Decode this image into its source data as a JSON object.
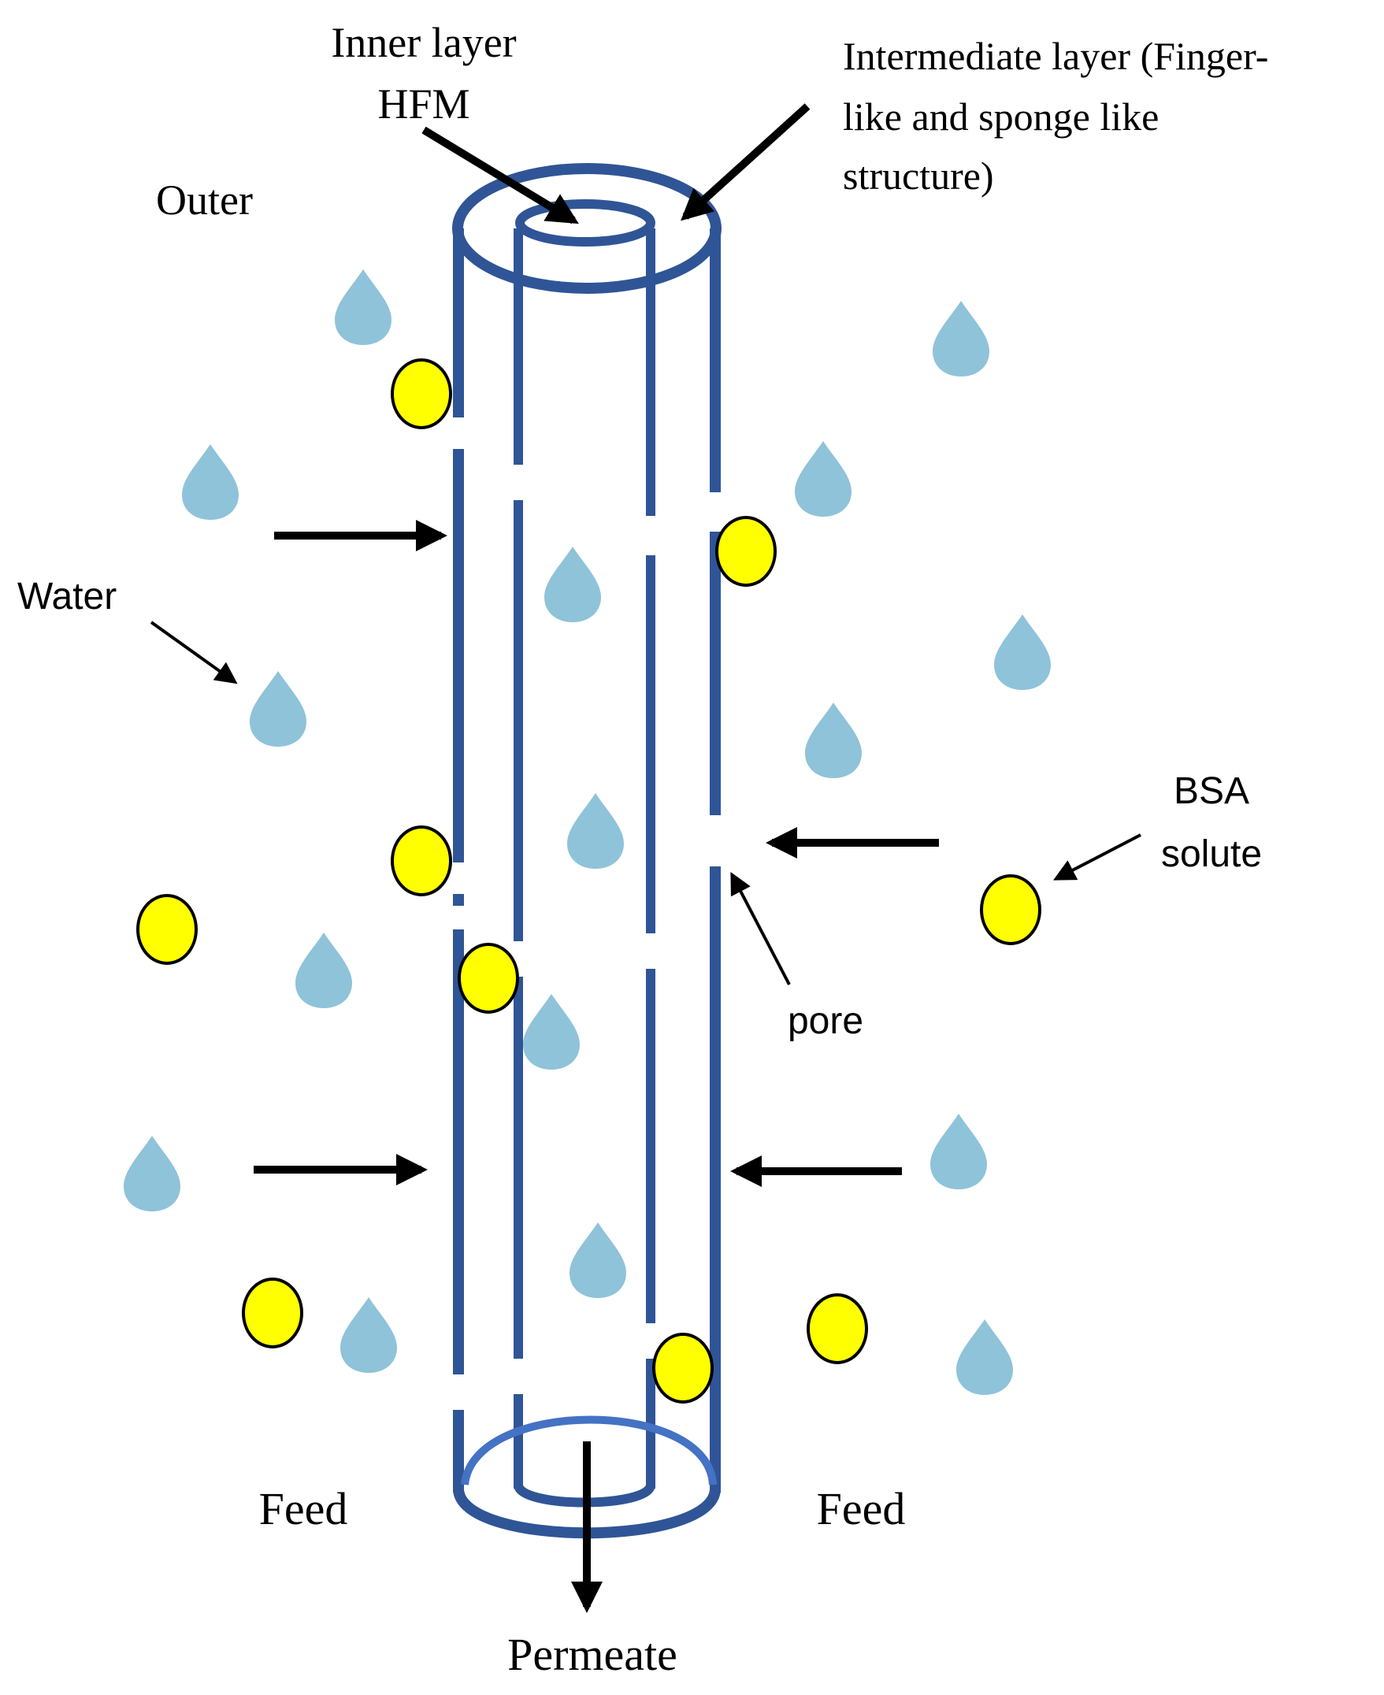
{
  "labels": {
    "inner_layer_line1": "Inner layer",
    "inner_layer_line2": "HFM",
    "intermediate_line1": "Intermediate layer (Finger-",
    "intermediate_line2": "like and sponge like",
    "intermediate_line3": "structure)",
    "outer": "Outer",
    "water": "Water",
    "bsa_line1": "BSA",
    "bsa_line2": "solute",
    "pore": "pore",
    "feed_left": "Feed",
    "feed_right": "Feed",
    "permeate": "Permeate"
  },
  "colors": {
    "membrane": "#2f5597",
    "inner_opening": "#4472c4",
    "water_drop": "#8fc3d9",
    "solute_fill": "#ffff00",
    "solute_stroke": "#000000",
    "arrow": "#000000"
  }
}
